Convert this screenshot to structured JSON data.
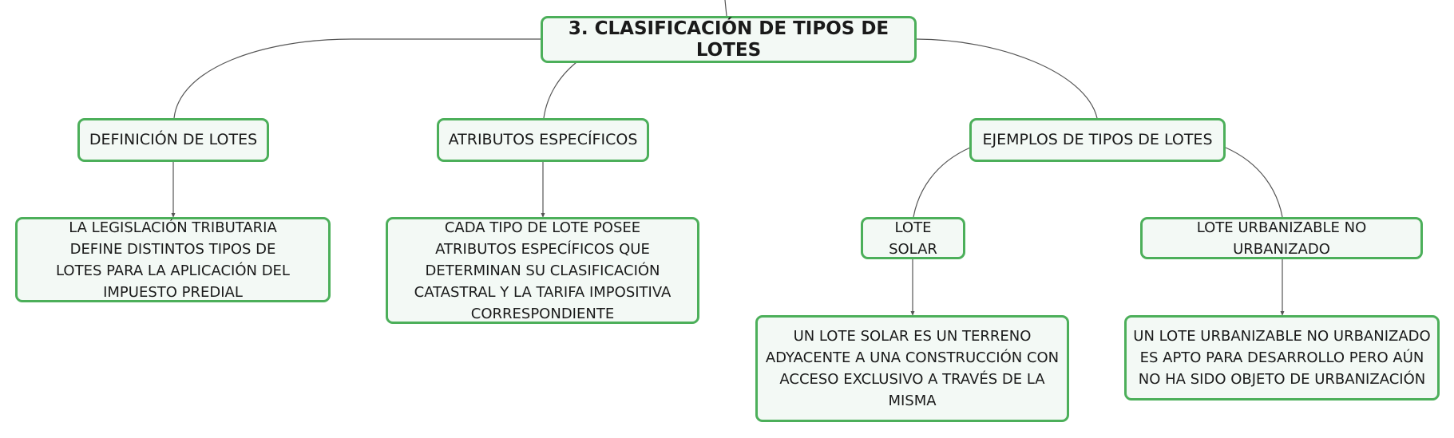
{
  "root": {
    "label": "3. CLASIFICACIÓN DE TIPOS DE LOTES"
  },
  "topics": {
    "definicion": {
      "label": "DEFINICIÓN DE LOTES",
      "detail": "LA LEGISLACIÓN TRIBUTARIA DEFINE DISTINTOS TIPOS DE LOTES PARA LA APLICACIÓN DEL IMPUESTO PREDIAL"
    },
    "atributos": {
      "label": "ATRIBUTOS ESPECÍFICOS",
      "detail": "CADA TIPO DE LOTE POSEE ATRIBUTOS ESPECÍFICOS QUE DETERMINAN SU CLASIFICACIÓN CATASTRAL Y LA TARIFA IMPOSITIVA CORRESPONDIENTE"
    },
    "ejemplos": {
      "label": "EJEMPLOS DE TIPOS DE LOTES",
      "lote_solar": {
        "label": "LOTE SOLAR",
        "detail": "UN LOTE SOLAR ES UN TERRENO ADYACENTE A UNA CONSTRUCCIÓN CON ACCESO EXCLUSIVO A TRAVÉS DE LA MISMA"
      },
      "lote_urbanizable": {
        "label": "LOTE URBANIZABLE NO URBANIZADO",
        "detail": "UN LOTE URBANIZABLE NO URBANIZADO ES APTO PARA DESARROLLO PERO AÚN NO HA SIDO OBJETO DE URBANIZACIÓN"
      }
    }
  },
  "colors": {
    "node_border": "#4caf5a",
    "node_fill": "#f3f9f5",
    "connector": "#555555"
  }
}
